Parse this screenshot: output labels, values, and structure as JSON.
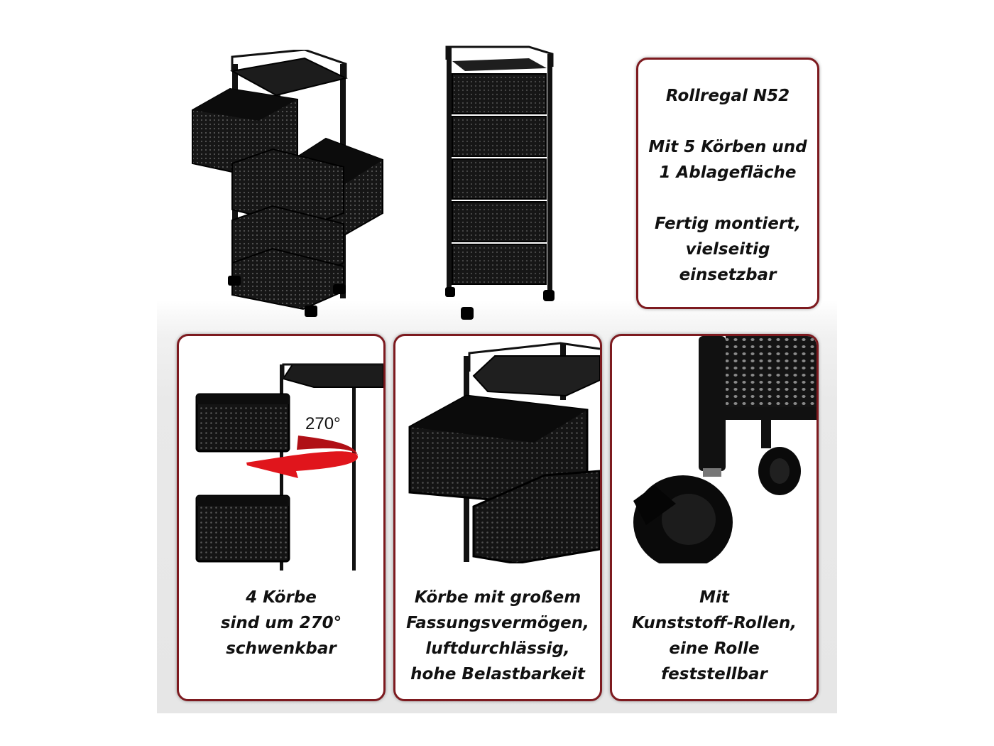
{
  "info_box": {
    "title": "Rollregal N52",
    "line2": "Mit 5 Körben und",
    "line3": "1 Ablagefläche",
    "line4": "Fertig montiert,",
    "line5": "vielseitig",
    "line6": "einsetzbar"
  },
  "features": [
    {
      "lines": [
        "4 Körbe",
        "sind um 270°",
        "schwenkbar"
      ],
      "annotation": "270°"
    },
    {
      "lines": [
        "Körbe mit großem",
        "Fassungsvermögen,",
        "luftdurchlässig,",
        "hohe Belastbarkeit"
      ]
    },
    {
      "lines": [
        "Mit",
        "Kunststoff-Rollen,",
        "eine Rolle",
        "feststellbar"
      ]
    }
  ],
  "colors": {
    "frame_border": "#7d1a1f",
    "arrow": "#e0151c",
    "product": "#1a1a1a"
  }
}
